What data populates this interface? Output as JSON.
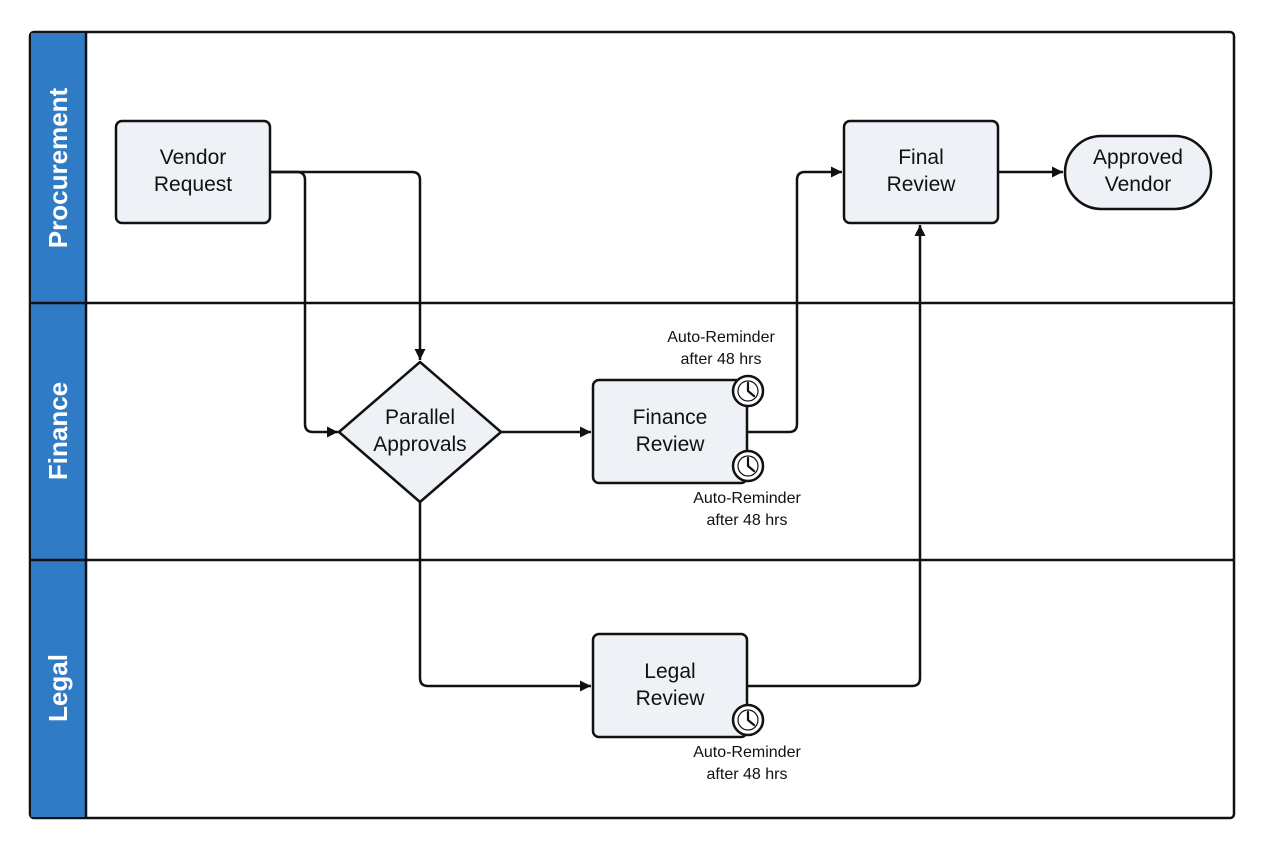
{
  "colors": {
    "lane_header": "#2f7bc6",
    "lane_header_edge": "#1f4f86",
    "node_fill": "#eef1f5",
    "stroke": "#111111"
  },
  "lanes": [
    {
      "label": "Procurement"
    },
    {
      "label": "Finance"
    },
    {
      "label": "Legal"
    }
  ],
  "nodes": {
    "vendor_request": {
      "lines": [
        "Vendor",
        "Request"
      ],
      "shape": "rectangle"
    },
    "parallel_approvals": {
      "lines": [
        "Parallel",
        "Approvals"
      ],
      "shape": "diamond"
    },
    "finance_review": {
      "lines": [
        "Finance",
        "Review"
      ],
      "shape": "rectangle"
    },
    "legal_review": {
      "lines": [
        "Legal",
        "Review"
      ],
      "shape": "rectangle"
    },
    "final_review": {
      "lines": [
        "Final",
        "Review"
      ],
      "shape": "rectangle"
    },
    "approved_vendor": {
      "lines": [
        "Approved",
        "Vendor"
      ],
      "shape": "terminator"
    }
  },
  "reminders": {
    "finance_top": {
      "lines": [
        "Auto-Reminder",
        "after 48 hrs"
      ],
      "icon": "clock-icon"
    },
    "finance_bottom": {
      "lines": [
        "Auto-Reminder",
        "after 48 hrs"
      ],
      "icon": "clock-icon"
    },
    "legal": {
      "lines": [
        "Auto-Reminder",
        "after 48 hrs"
      ],
      "icon": "clock-icon"
    }
  }
}
